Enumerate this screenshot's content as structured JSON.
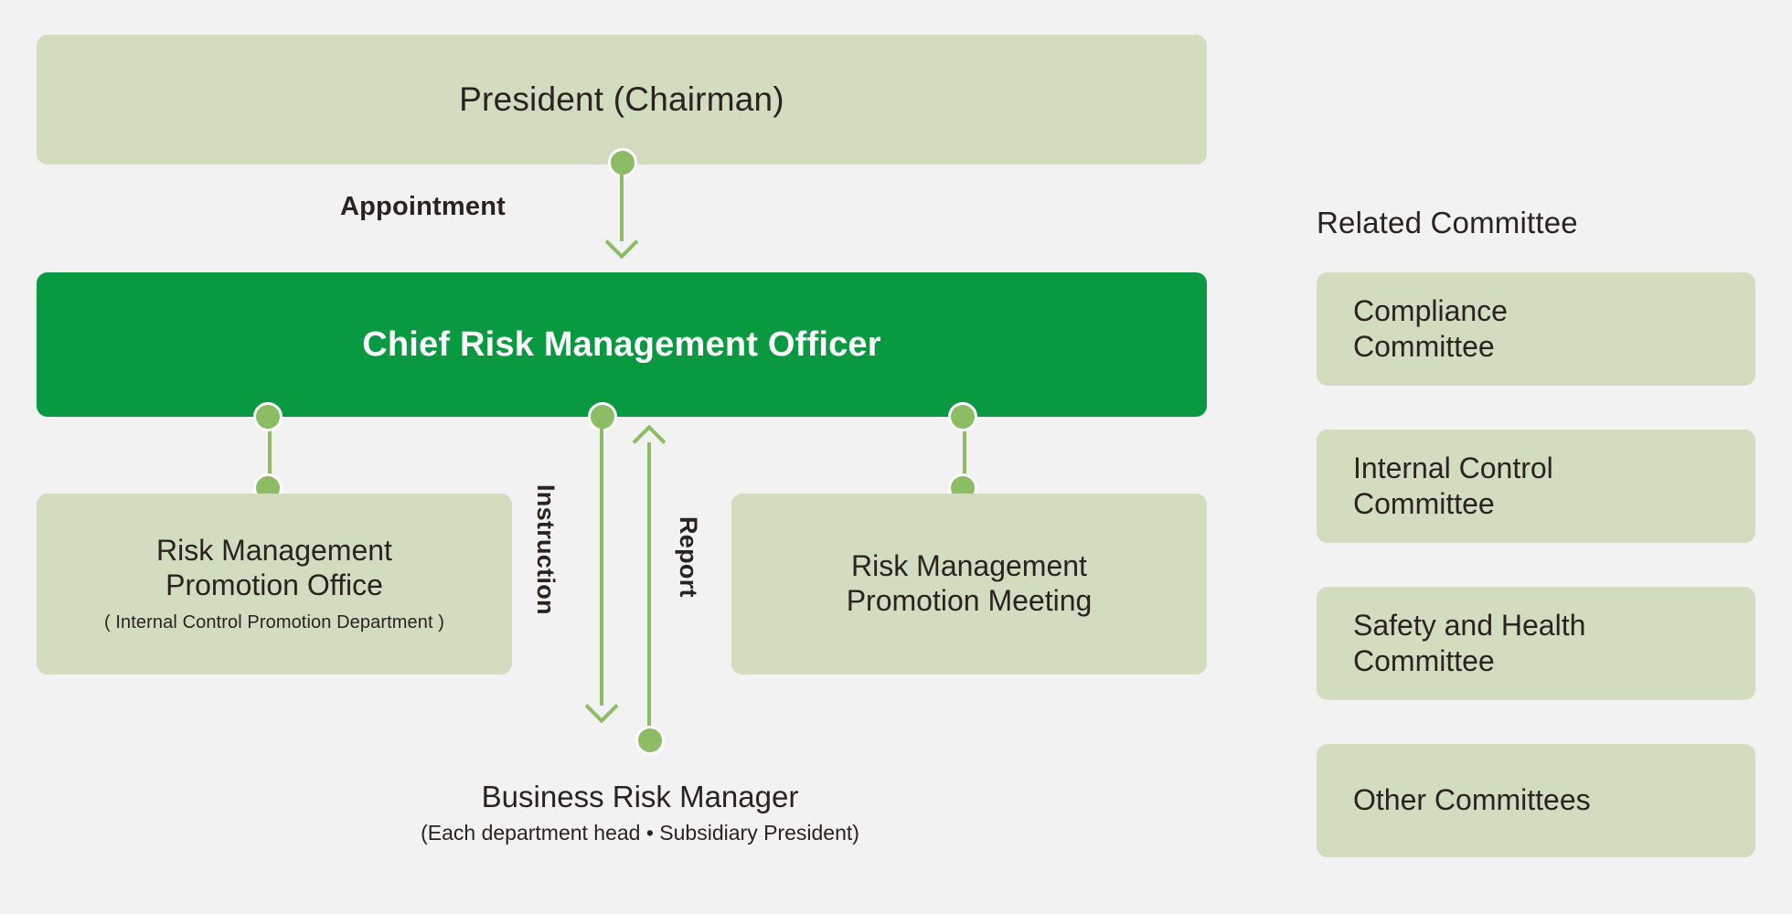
{
  "colors": {
    "background": "#f2f2f2",
    "accent_green": "#099a41",
    "light_green": "#d2dcbe",
    "connector_green": "#8cbc64",
    "text_dark": "#2a2320",
    "text_light": "#ffffff"
  },
  "diagram": {
    "type": "org-chart",
    "nodes": {
      "president": {
        "label": "President (Chairman)"
      },
      "chief_risk_management_officer": {
        "label": "Chief Risk Management Officer"
      },
      "risk_management_promotion_office": {
        "label_line1": "Risk Management",
        "label_line2": "Promotion Office",
        "sublabel": "( Internal Control Promotion Department )"
      },
      "risk_management_promotion_meeting": {
        "label_line1": "Risk Management",
        "label_line2": "Promotion Meeting"
      },
      "business_risk_manager": {
        "label": "Business Risk Manager",
        "sublabel": "(Each department head • Subsidiary President)"
      }
    },
    "edges": [
      {
        "id": "appointment",
        "label": "Appointment",
        "from": "president",
        "to": "chief_risk_management_officer",
        "direction": "down"
      },
      {
        "id": "instruction",
        "label": "Instruction",
        "from": "chief_risk_management_officer",
        "to": "business_risk_manager",
        "direction": "down"
      },
      {
        "id": "report",
        "label": "Report",
        "from": "business_risk_manager",
        "to": "chief_risk_management_officer",
        "direction": "up"
      },
      {
        "id": "cro-office",
        "label": "",
        "from": "chief_risk_management_officer",
        "to": "risk_management_promotion_office",
        "direction": "none"
      },
      {
        "id": "cro-meeting",
        "label": "",
        "from": "chief_risk_management_officer",
        "to": "risk_management_promotion_meeting",
        "direction": "none"
      }
    ]
  },
  "related_committee": {
    "heading": "Related Committee",
    "items": [
      {
        "line1": "Compliance",
        "line2": "Committee"
      },
      {
        "line1": "Internal Control",
        "line2": "Committee"
      },
      {
        "line1": "Safety and Health",
        "line2": "Committee"
      },
      {
        "line1": "Other Committees",
        "line2": ""
      }
    ]
  }
}
